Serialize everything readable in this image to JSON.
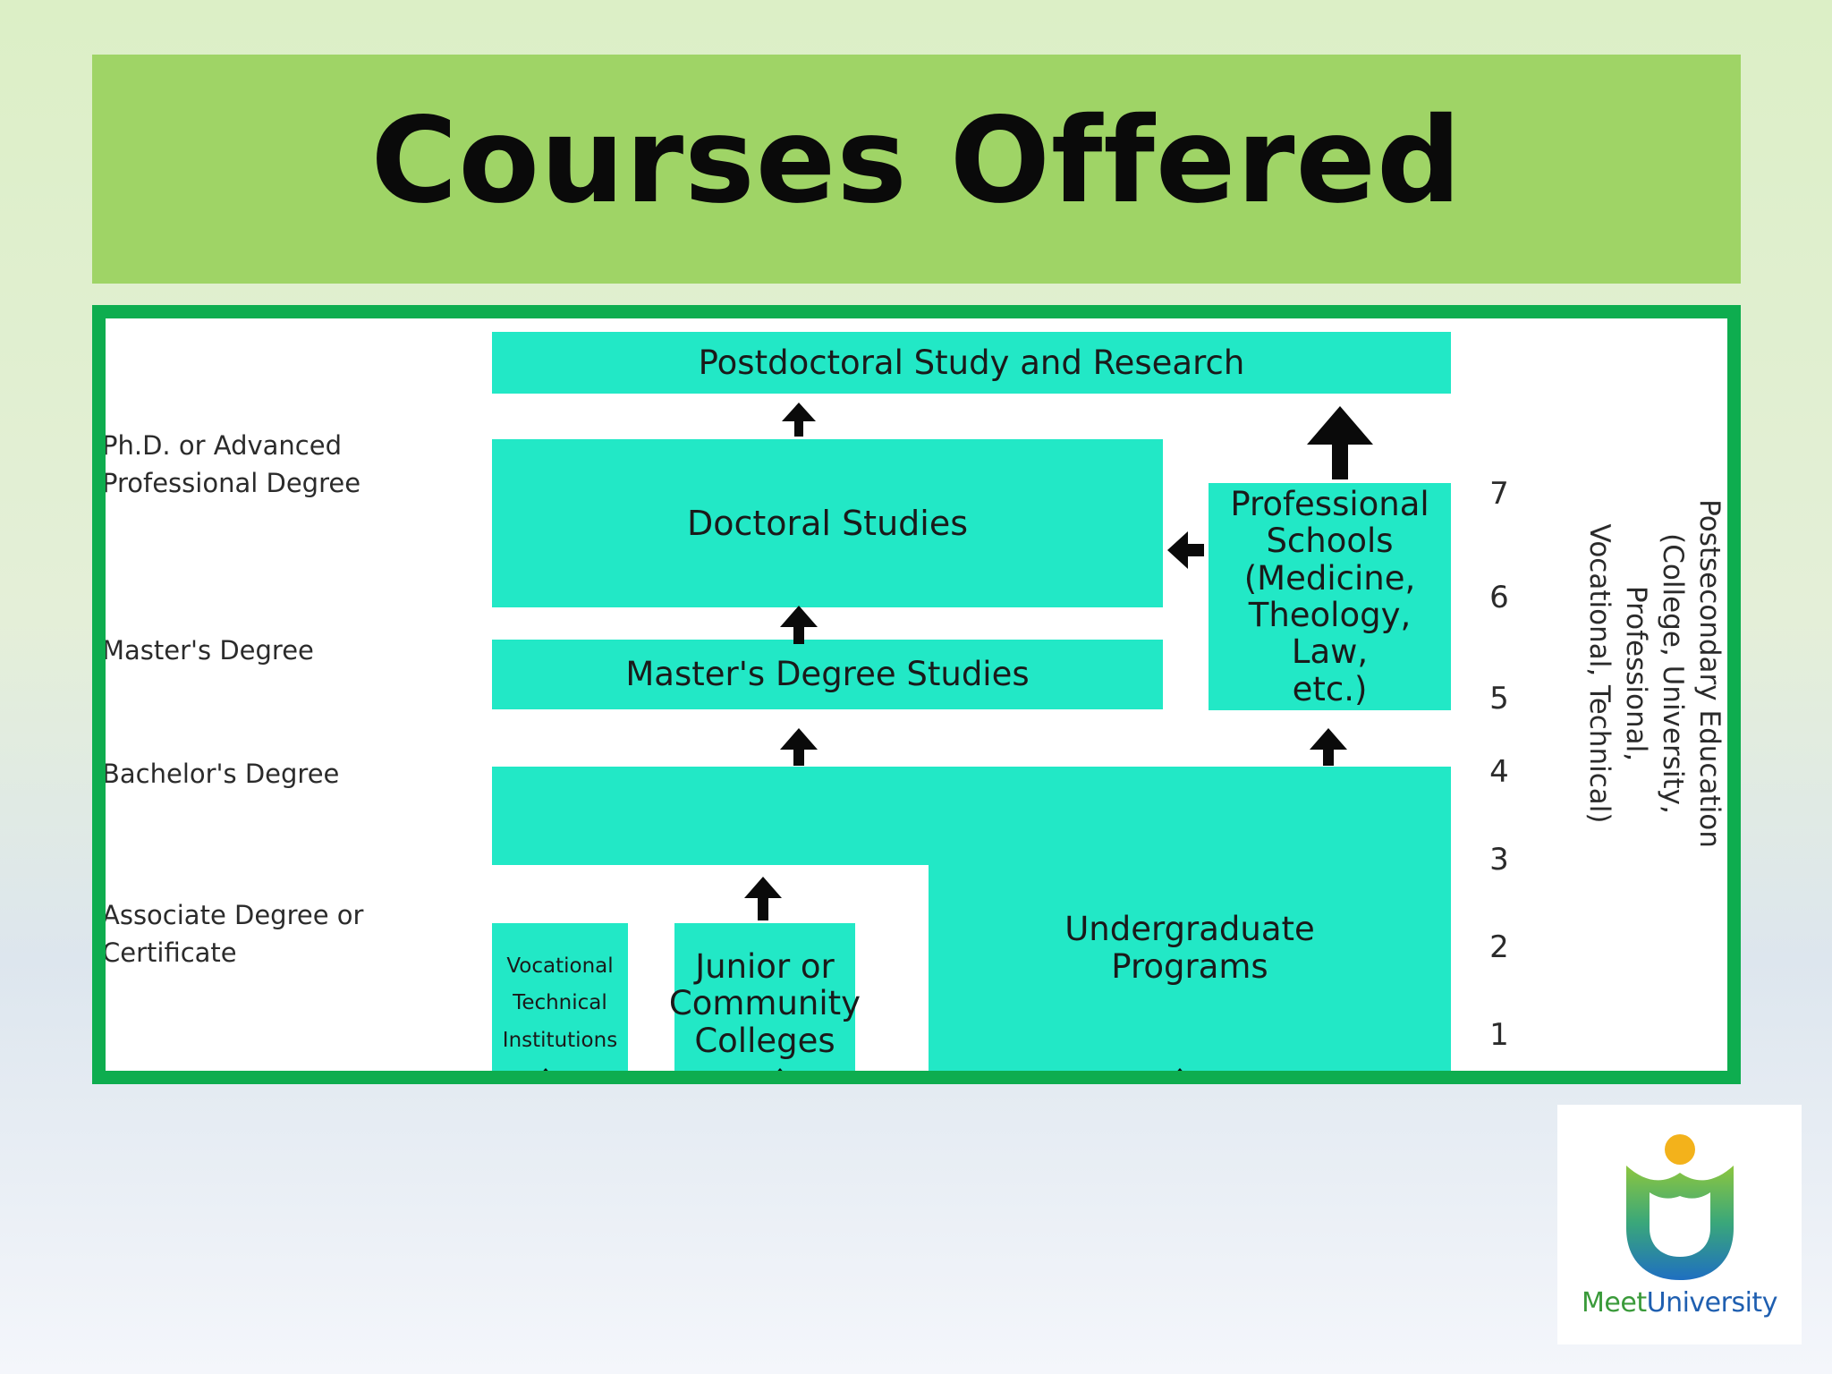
{
  "slide": {
    "title": "Courses Offered"
  },
  "diagram": {
    "boxes": {
      "postdoctoral": "Postdoctoral Study and Research",
      "doctoral": "Doctoral Studies",
      "professional": "Professional\nSchools\n(Medicine,\nTheology, Law,\netc.)",
      "masters": "Master's Degree Studies",
      "undergraduate": "Undergraduate\nPrograms",
      "junior": "Junior or\nCommunity\nColleges",
      "vocational": "Vocational\nTechnical\nInstitutions"
    },
    "degree_labels": {
      "phd": "Ph.D. or Advanced\nProfessional Degree",
      "masters": "Master's Degree",
      "bachelors": "Bachelor's Degree",
      "associate": "Associate Degree or\nCertificate"
    },
    "year_numbers": [
      "7",
      "6",
      "5",
      "4",
      "3",
      "2",
      "1"
    ],
    "side_label": "Postsecondary Education\n(College, University, Professional,\nVocational, Technical)",
    "colors": {
      "box": "#22e8c6",
      "frame": "#0ead4f",
      "banner": "#9fd466"
    }
  },
  "logo": {
    "text_part1": "Meet",
    "text_part2": "University"
  }
}
